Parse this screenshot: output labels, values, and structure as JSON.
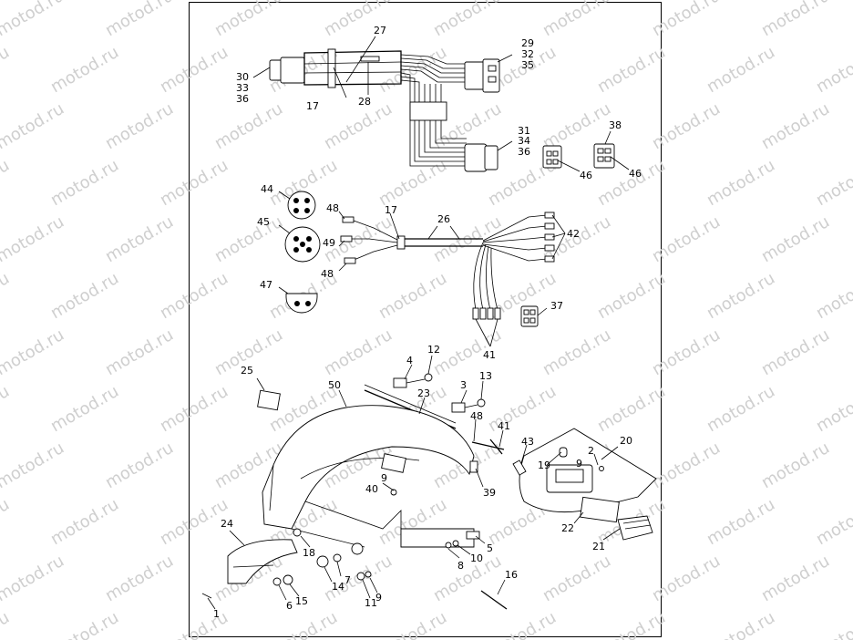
{
  "watermark": "motod.ru",
  "callouts": [
    {
      "id": "c27",
      "text": "27"
    },
    {
      "id": "c29",
      "text": "29"
    },
    {
      "id": "c32",
      "text": "32"
    },
    {
      "id": "c35",
      "text": "35"
    },
    {
      "id": "c30",
      "text": "30"
    },
    {
      "id": "c33",
      "text": "33"
    },
    {
      "id": "c36a",
      "text": "36"
    },
    {
      "id": "c17a",
      "text": "17"
    },
    {
      "id": "c28",
      "text": "28"
    },
    {
      "id": "c31",
      "text": "31"
    },
    {
      "id": "c34",
      "text": "34"
    },
    {
      "id": "c36b",
      "text": "36"
    },
    {
      "id": "c38",
      "text": "38"
    },
    {
      "id": "c46a",
      "text": "46"
    },
    {
      "id": "c46b",
      "text": "46"
    },
    {
      "id": "c44",
      "text": "44"
    },
    {
      "id": "c45",
      "text": "45"
    },
    {
      "id": "c47",
      "text": "47"
    },
    {
      "id": "c48a",
      "text": "48"
    },
    {
      "id": "c17b",
      "text": "17"
    },
    {
      "id": "c26",
      "text": "26"
    },
    {
      "id": "c42",
      "text": "42"
    },
    {
      "id": "c49",
      "text": "49"
    },
    {
      "id": "c48b",
      "text": "48"
    },
    {
      "id": "c37",
      "text": "37"
    },
    {
      "id": "c41a",
      "text": "41"
    },
    {
      "id": "c4",
      "text": "4"
    },
    {
      "id": "c12",
      "text": "12"
    },
    {
      "id": "c3",
      "text": "3"
    },
    {
      "id": "c13",
      "text": "13"
    },
    {
      "id": "c25",
      "text": "25"
    },
    {
      "id": "c50",
      "text": "50"
    },
    {
      "id": "c23",
      "text": "23"
    },
    {
      "id": "c48c",
      "text": "48"
    },
    {
      "id": "c41b",
      "text": "41"
    },
    {
      "id": "c43",
      "text": "43"
    },
    {
      "id": "c20",
      "text": "20"
    },
    {
      "id": "c2",
      "text": "2"
    },
    {
      "id": "c19",
      "text": "19"
    },
    {
      "id": "c9a",
      "text": "9"
    },
    {
      "id": "c9b",
      "text": "9"
    },
    {
      "id": "c40",
      "text": "40"
    },
    {
      "id": "c39",
      "text": "39"
    },
    {
      "id": "c22",
      "text": "22"
    },
    {
      "id": "c21",
      "text": "21"
    },
    {
      "id": "c24",
      "text": "24"
    },
    {
      "id": "c18",
      "text": "18"
    },
    {
      "id": "c7",
      "text": "7"
    },
    {
      "id": "c14",
      "text": "14"
    },
    {
      "id": "c5",
      "text": "5"
    },
    {
      "id": "c10",
      "text": "10"
    },
    {
      "id": "c8",
      "text": "8"
    },
    {
      "id": "c16",
      "text": "16"
    },
    {
      "id": "c11",
      "text": "11"
    },
    {
      "id": "c9c",
      "text": "9"
    },
    {
      "id": "c6",
      "text": "6"
    },
    {
      "id": "c15",
      "text": "15"
    },
    {
      "id": "c1",
      "text": "1"
    }
  ]
}
